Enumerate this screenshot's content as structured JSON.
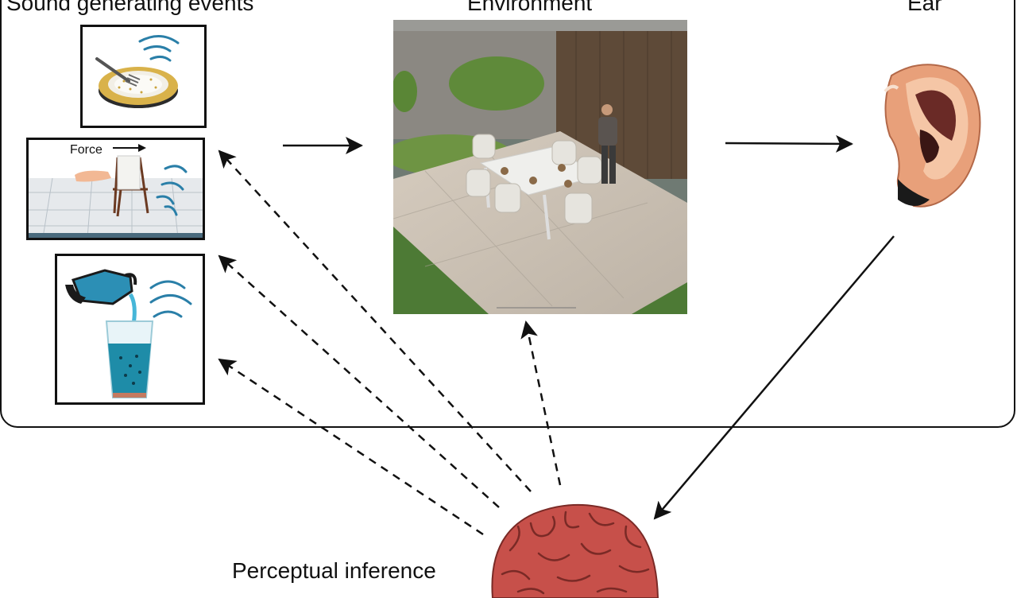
{
  "headings": {
    "sound_events": "Sound generating events",
    "environment": "Environment",
    "ear": "Ear",
    "inference": "Perceptual inference"
  },
  "labels": {
    "force": "Force"
  },
  "colors": {
    "stroke": "#111111",
    "sound_wave": "#2a7fa8",
    "water": "#1e8ca8",
    "brain": "#c7504a",
    "ear_skin": "#e8a07a"
  },
  "icons": [
    "plate-fork-icon",
    "chair-push-icon",
    "pitcher-glass-icon",
    "patio-scene-image",
    "ear-icon",
    "brain-icon"
  ]
}
